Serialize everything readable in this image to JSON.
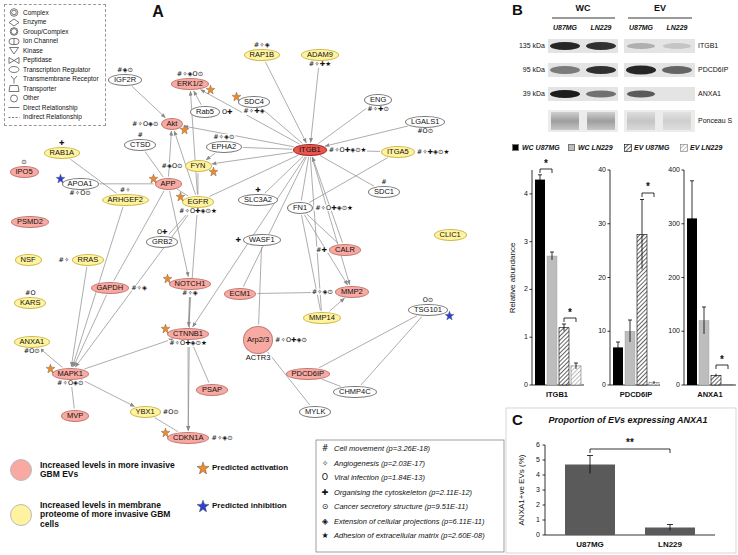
{
  "diagram": {
    "nodes": [
      {
        "text": [
          "RAP1B",
          "#✧◈"
        ]
      },
      {
        "text": [
          "ADAM9",
          "#✧✚★"
        ]
      },
      {
        "text": [
          "IGF2R",
          "#◈⊙"
        ]
      },
      {
        "text": [
          "ERK1/2",
          "#✧◈O⊙"
        ]
      },
      {
        "text": [
          "SDC4",
          "#✧✚◈"
        ]
      },
      {
        "text": [
          "ENG",
          "#✧✚⊙"
        ]
      },
      {
        "text": [
          "LGALS1",
          "#O⊙"
        ]
      },
      {
        "text": [
          "Rab5",
          "O✚"
        ]
      },
      {
        "text": [
          "Akt",
          "#✧O◈⊙"
        ]
      },
      {
        "text": [
          "RAB1A",
          "✚"
        ]
      },
      {
        "text": [
          "CTSD",
          "#"
        ]
      },
      {
        "text": [
          "EPHA2",
          "#✧◈⊙"
        ]
      },
      {
        "text": [
          "ITGB1",
          "#✧O✚◈⊙★"
        ]
      },
      {
        "text": [
          "ITGA5",
          "#✧✚◈⊙★"
        ]
      },
      {
        "text": [
          "IPO5",
          "⊙"
        ]
      },
      {
        "text": [
          "FYN",
          "#◈O⊙"
        ]
      },
      {
        "text": [
          "APOA1",
          "#✧O⊙"
        ]
      },
      {
        "text": [
          "APP"
        ]
      },
      {
        "text": [
          "ARHGEF2",
          "#✧"
        ]
      },
      {
        "text": [
          "EGFR",
          "#✧O✚◈⊙★"
        ]
      },
      {
        "text": [
          "SLC3A2",
          "✚"
        ]
      },
      {
        "text": [
          "FN1",
          "#✧O✚◈⊙★"
        ]
      },
      {
        "text": [
          "SDC1",
          "#"
        ]
      },
      {
        "text": [
          "PSMD2"
        ]
      },
      {
        "text": [
          "GRB2",
          "O✚"
        ]
      },
      {
        "text": [
          "CLIC1"
        ]
      },
      {
        "text": [
          "WASF1",
          "✚"
        ]
      },
      {
        "text": [
          "CALR",
          "#✚"
        ]
      },
      {
        "text": [
          "NSF"
        ]
      },
      {
        "text": [
          "RRAS",
          "#✧"
        ]
      },
      {
        "text": [
          "GAPDH",
          "#✧◈"
        ]
      },
      {
        "text": [
          "NOTCH1",
          "#✧◈"
        ]
      },
      {
        "text": [
          "ECM1"
        ]
      },
      {
        "text": [
          "MMP2",
          "#✧◈⊙"
        ]
      },
      {
        "text": [
          "KARS",
          "#O"
        ]
      },
      {
        "text": [
          "TSG101",
          "O⊙"
        ]
      },
      {
        "text": [
          "MMP14"
        ]
      },
      {
        "text": [
          "ANXA1",
          "#O⊙"
        ]
      },
      {
        "text": [
          "CTNNB1",
          "#✧O✚◈⊙★"
        ]
      },
      {
        "text": [
          "Arp2/3",
          "ACTR3",
          "#✧O✚◈⊙"
        ]
      },
      {
        "text": [
          "PDCD6IP"
        ]
      },
      {
        "text": [
          "MAPK1",
          "#✧O◈⊙"
        ]
      },
      {
        "text": [
          "CHMP4C"
        ]
      },
      {
        "text": [
          "PSAP"
        ]
      },
      {
        "text": [
          "MYLK"
        ]
      },
      {
        "text": [
          "MVP"
        ]
      },
      {
        "text": [
          "YBX1",
          "#O⊙"
        ]
      },
      {
        "text": [
          "CDKN1A",
          "#✧◈⊙"
        ]
      }
    ],
    "edges": [
      {
        "from": 0,
        "to": 12,
        "arrow": "to"
      },
      {
        "from": 1,
        "to": 12,
        "arrow": "to"
      },
      {
        "from": 4,
        "to": 12,
        "arrow": "none"
      },
      {
        "from": 5,
        "to": 12,
        "arrow": "none"
      },
      {
        "from": 6,
        "to": 12,
        "arrow": "to"
      },
      {
        "from": 13,
        "to": 12,
        "arrow": "none"
      },
      {
        "from": 21,
        "to": 12,
        "arrow": "none"
      },
      {
        "from": 12,
        "to": 19,
        "arrow": "none"
      },
      {
        "from": 12,
        "to": 3,
        "arrow": "to"
      },
      {
        "from": 12,
        "to": 8,
        "arrow": "to"
      },
      {
        "from": 12,
        "to": 15,
        "arrow": "to"
      },
      {
        "from": 11,
        "to": 12,
        "arrow": "none"
      },
      {
        "from": 20,
        "to": 12,
        "arrow": "none"
      },
      {
        "from": 12,
        "to": 22,
        "arrow": "none"
      },
      {
        "from": 27,
        "to": 12,
        "arrow": "to"
      },
      {
        "from": 12,
        "to": 33,
        "arrow": "to"
      },
      {
        "from": 12,
        "to": 36,
        "arrow": "none"
      },
      {
        "from": 12,
        "to": 38,
        "arrow": "to"
      },
      {
        "from": 12,
        "to": 32,
        "arrow": "none"
      },
      {
        "from": 21,
        "to": 13,
        "arrow": "none"
      },
      {
        "from": 21,
        "to": 33,
        "arrow": "to"
      },
      {
        "from": 21,
        "to": 36,
        "arrow": "none"
      },
      {
        "from": 21,
        "to": 27,
        "arrow": "none"
      },
      {
        "from": 19,
        "to": 24,
        "arrow": "none"
      },
      {
        "from": 19,
        "to": 3,
        "arrow": "to"
      },
      {
        "from": 19,
        "to": 8,
        "arrow": "to"
      },
      {
        "from": 19,
        "to": 17,
        "arrow": "none"
      },
      {
        "from": 19,
        "to": 15,
        "arrow": "none"
      },
      {
        "from": 19,
        "to": 38,
        "arrow": "to"
      },
      {
        "from": 19,
        "to": 41,
        "arrow": "to"
      },
      {
        "from": 7,
        "to": 3,
        "arrow": "to"
      },
      {
        "from": 2,
        "to": 8,
        "arrow": "to"
      },
      {
        "from": 17,
        "to": 10,
        "arrow": "none"
      },
      {
        "from": 17,
        "to": 8,
        "arrow": "to"
      },
      {
        "from": 17,
        "to": 31,
        "arrow": "to"
      },
      {
        "from": 17,
        "to": 30,
        "arrow": "none"
      },
      {
        "from": 16,
        "to": 17,
        "arrow": "none"
      },
      {
        "from": 9,
        "to": 18,
        "arrow": "none"
      },
      {
        "from": 18,
        "to": 41,
        "arrow": "to"
      },
      {
        "from": 29,
        "to": 41,
        "arrow": "to"
      },
      {
        "from": 30,
        "to": 41,
        "arrow": "to"
      },
      {
        "from": 41,
        "to": 37,
        "arrow": "to"
      },
      {
        "from": 41,
        "to": 45,
        "arrow": "none"
      },
      {
        "from": 41,
        "to": 46,
        "arrow": "to"
      },
      {
        "from": 41,
        "to": 38,
        "arrow": "to"
      },
      {
        "from": 38,
        "to": 47,
        "arrow": "to"
      },
      {
        "from": 38,
        "to": 31,
        "arrow": "none"
      },
      {
        "from": 47,
        "to": 46,
        "arrow": "none"
      },
      {
        "from": 43,
        "to": 38,
        "arrow": "none"
      },
      {
        "from": 39,
        "to": 26,
        "arrow": "none"
      },
      {
        "from": 39,
        "to": 44,
        "arrow": "none"
      },
      {
        "from": 40,
        "to": 35,
        "arrow": "none"
      },
      {
        "from": 40,
        "to": 42,
        "arrow": "none"
      },
      {
        "from": 35,
        "to": 42,
        "arrow": "none"
      },
      {
        "from": 36,
        "to": 33,
        "arrow": "to"
      },
      {
        "from": 32,
        "to": 33,
        "arrow": "none"
      },
      {
        "from": 11,
        "to": 15,
        "arrow": "to"
      },
      {
        "from": 31,
        "to": 47,
        "arrow": "to"
      }
    ],
    "labels": [
      "A",
      "#",
      "✧",
      "O",
      "✚",
      "⊙",
      "◈",
      "★",
      "B",
      "WC",
      "EV",
      "U87MG",
      "LN229",
      "U87MG",
      "LN229",
      "135 kDa",
      "ITGB1",
      "95 kDa",
      "PDCD6IP",
      "39 kDa",
      "ANXA1",
      "Ponceau S",
      "Relative abundance",
      "0",
      "1",
      "2",
      "3",
      "4",
      "0",
      "10",
      "20",
      "30",
      "40",
      "0",
      "100",
      "200",
      "300",
      "400",
      "*",
      "*",
      "*",
      "*",
      "ITGB1",
      "PDCD6IP",
      "ANXA1",
      "C",
      "Proportion of EVs expressing ANXA1",
      "ANXA1+ve EVs (%)",
      "0",
      "1",
      "2",
      "3",
      "4",
      "5",
      "6",
      "**",
      "U87MG",
      "LN229"
    ],
    "legend": [
      {
        "text": "Complex"
      },
      {
        "text": "Enzyme"
      },
      {
        "text": "Group/Complex"
      },
      {
        "text": "Ion Channel"
      },
      {
        "text": "Kinase"
      },
      {
        "text": "Peptidase"
      },
      {
        "text": "Transcription Regulator"
      },
      {
        "text": "Transmembrane Receptor"
      },
      {
        "text": "Transporter"
      },
      {
        "text": "Other"
      },
      {
        "text": "Direct Relationship"
      },
      {
        "text": "Indirect Relationship"
      },
      {
        "text": "Increased levels in more invasive GBM EVs",
        "color": "#f7a9a2"
      },
      {
        "text": "Increased levels in membrane proteome of more invasive GBM cells",
        "color": "#fff3a0"
      },
      {
        "text": "Predicted activation"
      },
      {
        "text": "Predicted inhibition"
      },
      {
        "text": "Cell movement (p=3.26E-18)"
      },
      {
        "text": "Angiogenesis (p=2.03E-17)"
      },
      {
        "text": "Viral infection (p=1.84E-13)"
      },
      {
        "text": "Organising the cytoskeleton (p=2.11E-12)"
      },
      {
        "text": "Cancer secretory structure (p=9.51E-11)"
      },
      {
        "text": "Extension of cellular projections (p=6.11E-11)"
      },
      {
        "text": "Adhesion of extracellular matrix (p=2.60E-08)"
      },
      {
        "text": "WC U87MG",
        "color": "#000000"
      },
      {
        "text": "WC LN229",
        "color": "#bdbdbd"
      },
      {
        "text": "EV U87MG"
      },
      {
        "text": "EV LN229"
      }
    ]
  }
}
